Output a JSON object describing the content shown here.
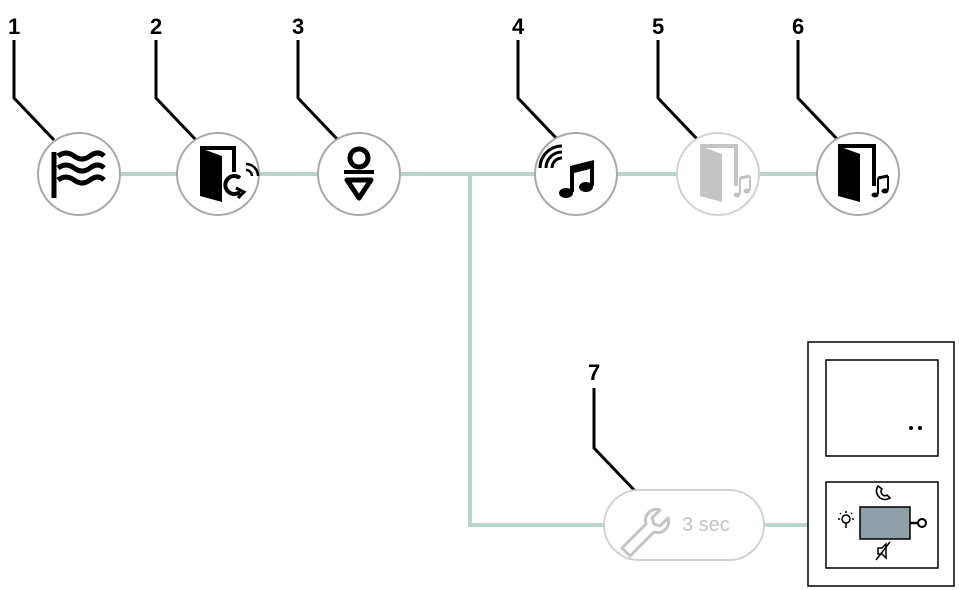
{
  "diagram": {
    "steps": [
      {
        "number": "1",
        "icon": "waves-icon"
      },
      {
        "number": "2",
        "icon": "door-open-wireless-icon"
      },
      {
        "number": "3",
        "icon": "open-close-arrows-icon"
      },
      {
        "number": "4",
        "icon": "wireless-music-icon"
      },
      {
        "number": "5",
        "icon": "door-music-faded-icon"
      },
      {
        "number": "6",
        "icon": "door-music-icon"
      },
      {
        "number": "7",
        "icon": "wrench-icon",
        "label": "3 sec"
      }
    ],
    "colors": {
      "connector": "#b9d4cc",
      "circle_border": "#a8a8a8",
      "faded": "#c4c4c4",
      "screen_fill": "#8fa0a8",
      "ink": "#000000"
    }
  }
}
